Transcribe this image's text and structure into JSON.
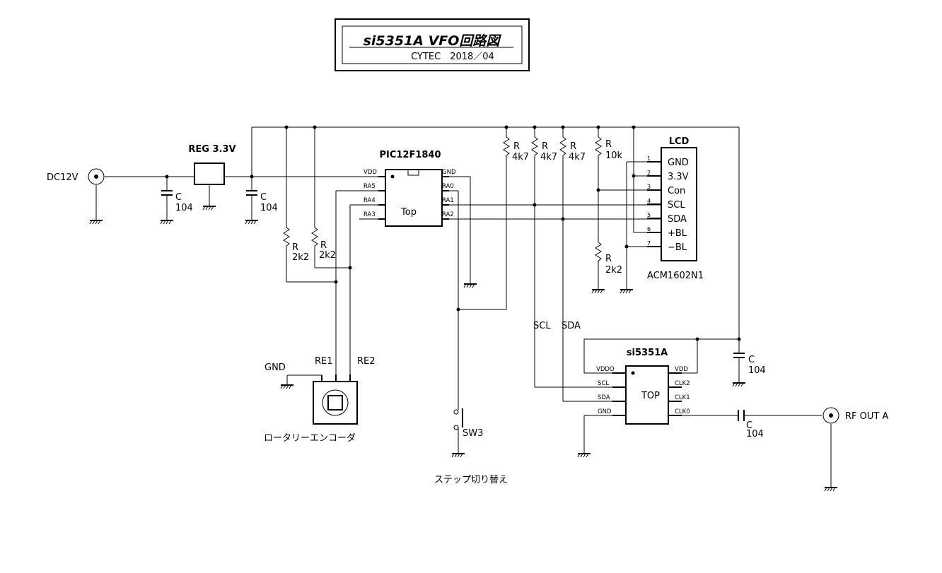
{
  "title": {
    "main": "si5351A VFO回路図",
    "sub": "CYTEC　2018／04"
  },
  "power": {
    "input_label": "DC12V",
    "regulator_label": "REG 3.3V"
  },
  "capacitors": {
    "type": "C",
    "value": "104"
  },
  "resistors": {
    "type": "R",
    "pullup_value": "4k7",
    "pot_value": "10k",
    "small_value": "2k2"
  },
  "pic": {
    "name": "PIC12F1840",
    "top": "Top",
    "pins_left": [
      "VDD",
      "RA5",
      "RA4",
      "RA3"
    ],
    "pins_right": [
      "GND",
      "RA0",
      "RA1",
      "RA2"
    ]
  },
  "lcd": {
    "title": "LCD",
    "model": "ACM1602N1",
    "pin_numbers": [
      "1",
      "2",
      "3",
      "4",
      "5",
      "6",
      "7"
    ],
    "pin_labels": [
      "GND",
      "3.3V",
      "Con",
      "SCL",
      "SDA",
      "+BL",
      "−BL"
    ]
  },
  "si5351": {
    "name": "si5351A",
    "top": "TOP",
    "pins_left": [
      "VDDO",
      "SCL",
      "SDA",
      "GND"
    ],
    "pins_right": [
      "VDD",
      "CLK2",
      "CLK1",
      "CLK0"
    ]
  },
  "bus": {
    "scl": "SCL",
    "sda": "SDA"
  },
  "encoder": {
    "label": "ロータリーエンコーダ",
    "gnd": "GND",
    "re1": "RE1",
    "re2": "RE2"
  },
  "switch": {
    "name": "SW3",
    "label": "ステップ切り替え"
  },
  "output": {
    "label": "RF OUT A"
  }
}
